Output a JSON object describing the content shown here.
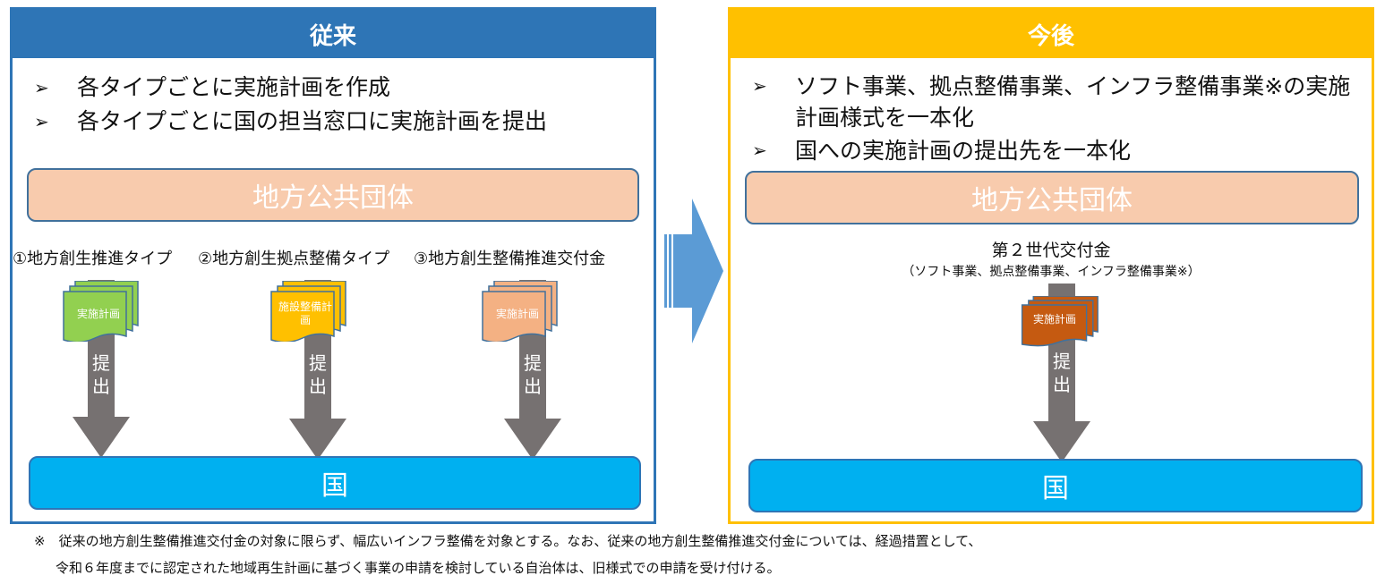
{
  "before": {
    "header": "従来",
    "bullet_marker": "➢",
    "bullets": [
      "各タイプごとに実施計画を作成",
      "各タイプごとに国の担当窓口に実施計画を提出"
    ],
    "org_label": "地方公共団体",
    "types": [
      {
        "label": "①地方創生推進タイプ",
        "doc_label": "実施計画",
        "color": "#92D050"
      },
      {
        "label": "②地方創生拠点整備タイプ",
        "doc_label": "施設整備計画",
        "color": "#FFC000"
      },
      {
        "label": "③地方創生整備推進交付金",
        "doc_label": "実施計画",
        "color": "#F4B183"
      }
    ],
    "submit_label": [
      "提",
      "出"
    ],
    "country_label": "国",
    "color": "#2E75B6"
  },
  "after": {
    "header": "今後",
    "bullet_marker": "➢",
    "bullets": [
      "ソフト事業、拠点整備事業、インフラ整備事業※の実施計画様式を一本化",
      "国への実施計画の提出先を一本化"
    ],
    "org_label": "地方公共団体",
    "grant_title": "第２世代交付金",
    "grant_subtitle": "（ソフト事業、拠点整備事業、インフラ整備事業※）",
    "doc_label": "実施計画",
    "doc_color": "#C55A11",
    "submit_label": [
      "提",
      "出"
    ],
    "country_label": "国",
    "color": "#FFC000"
  },
  "transition_arrow_color": "#5B9BD5",
  "footnote": {
    "line1": "※　従来の地方創生整備推進交付金の対象に限らず、幅広いインフラ整備を対象とする。なお、従来の地方創生整備推進交付金については、経過措置として、",
    "line2": "令和６年度までに認定された地域再生計画に基づく事業の申請を検討している自治体は、旧様式での申請を受け付ける。"
  }
}
